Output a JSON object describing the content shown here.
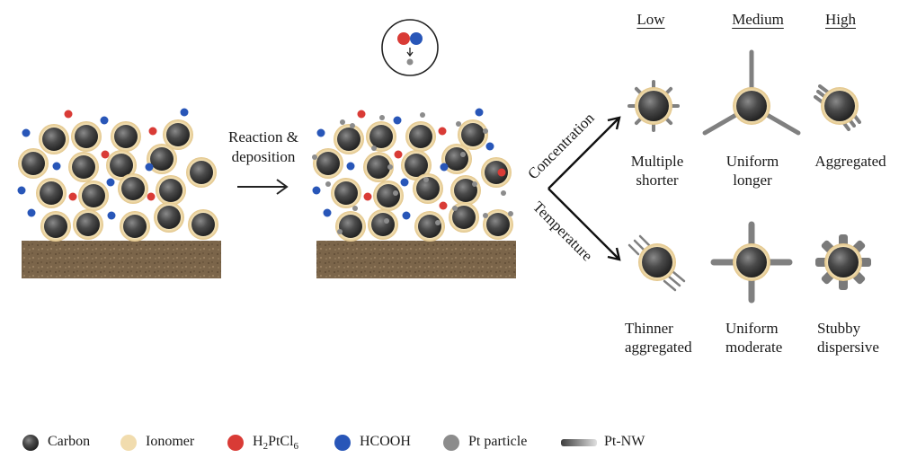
{
  "step_label_line1": "Reaction &",
  "step_label_line2": "deposition",
  "branch_top": "Concentration",
  "branch_bottom": "Temperature",
  "levels": [
    "Low",
    "Medium",
    "High"
  ],
  "concentration_outcomes": [
    {
      "line1": "Multiple",
      "line2": "shorter"
    },
    {
      "line1": "Uniform",
      "line2": "longer"
    },
    {
      "line1": "Aggregated",
      "line2": ""
    }
  ],
  "temperature_outcomes": [
    {
      "line1": "Thinner",
      "line2": "aggregated"
    },
    {
      "line1": "Uniform",
      "line2": "moderate"
    },
    {
      "line1": "Stubby",
      "line2": "dispersive"
    }
  ],
  "legend": {
    "carbon": "Carbon",
    "ionomer": "Ionomer",
    "h2ptcl6_base": "H",
    "h2ptcl6_sub1": "2",
    "h2ptcl6_mid": "PtCl",
    "h2ptcl6_sub2": "6",
    "hcooh": "HCOOH",
    "pt_particle": "Pt particle",
    "pt_nw": "Pt-NW"
  },
  "colors": {
    "carbon": "#3a3a3a",
    "ionomer": "#f1dcae",
    "h2ptcl6": "#d93b36",
    "hcooh": "#2856b8",
    "pt_particle": "#8c8c8c",
    "substrate": "#7a6449"
  }
}
